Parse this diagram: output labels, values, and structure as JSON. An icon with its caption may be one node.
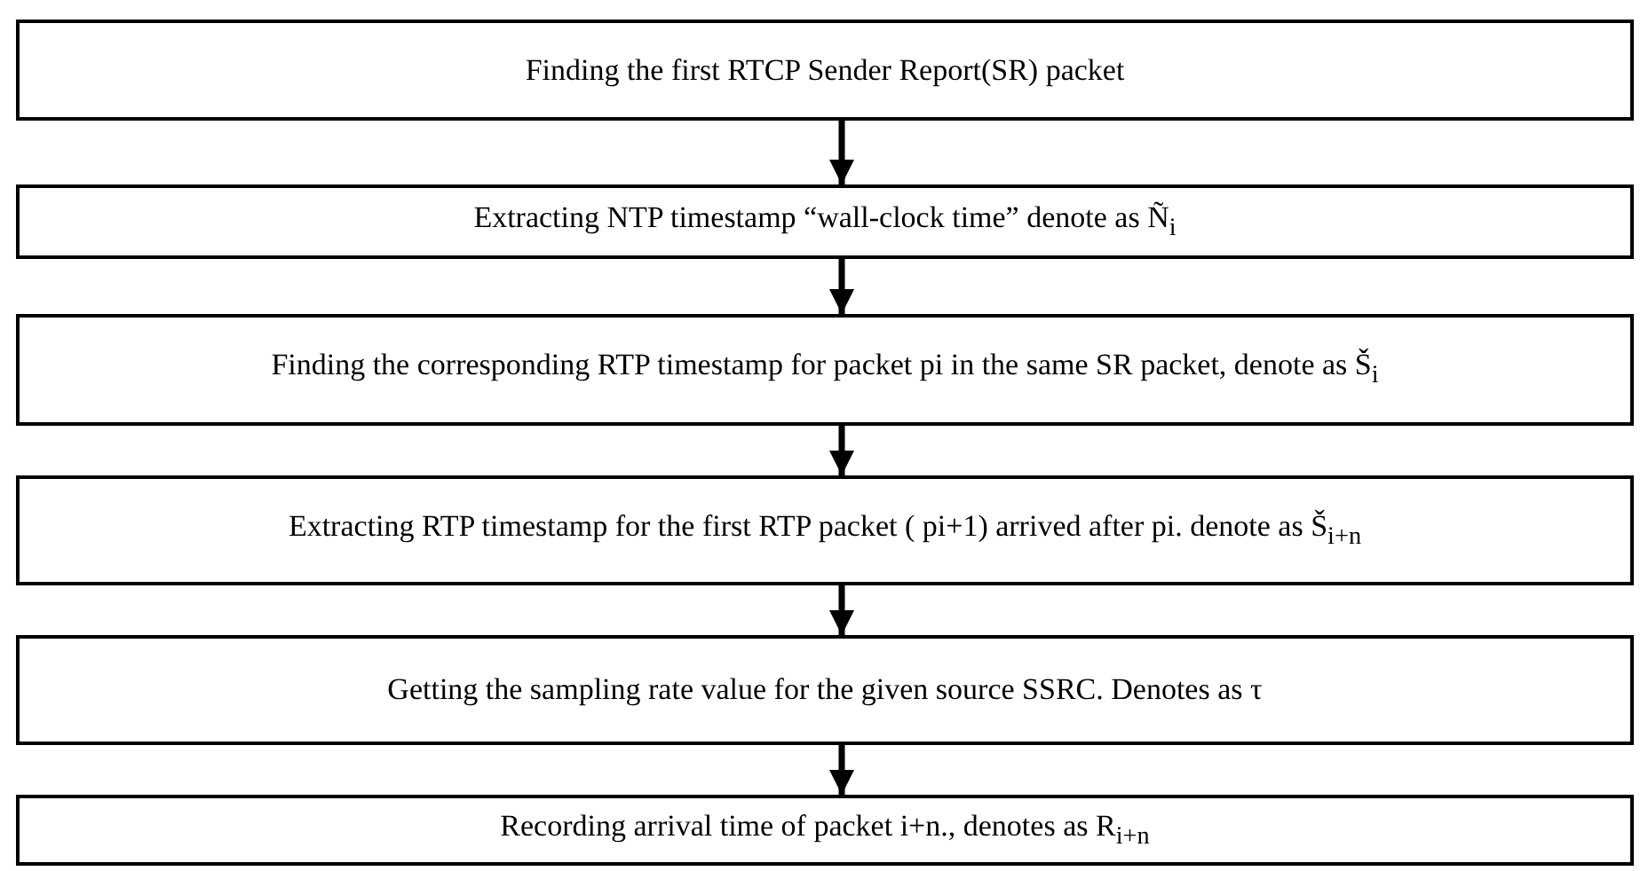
{
  "diagram": {
    "nodes": [
      {
        "text": [
          "Finding the first RTCP Sender Report(SR) packet"
        ]
      },
      {
        "text": [
          "Extracting NTP timestamp “wall-clock time” denote as Ñ$_{i}$"
        ]
      },
      {
        "text": [
          "Finding the corresponding RTP timestamp for packet pi in the same SR packet, denote as Š$_{i}$"
        ]
      },
      {
        "text": [
          "Extracting RTP timestamp for the first RTP packet ( pi+1) arrived after pi. denote as Š$_{i+n}$"
        ]
      },
      {
        "text": [
          "Getting the sampling rate value for the given source SSRC. Denotes as τ"
        ]
      },
      {
        "text": [
          "Recording arrival time of packet i+n., denotes as R$_{i+n}$"
        ]
      }
    ],
    "edges": [
      {
        "from": 0,
        "to": 1,
        "arrow": "to"
      },
      {
        "from": 1,
        "to": 2,
        "arrow": "to"
      },
      {
        "from": 2,
        "to": 3,
        "arrow": "to"
      },
      {
        "from": 3,
        "to": 4,
        "arrow": "to"
      },
      {
        "from": 4,
        "to": 5,
        "arrow": "to"
      }
    ]
  }
}
